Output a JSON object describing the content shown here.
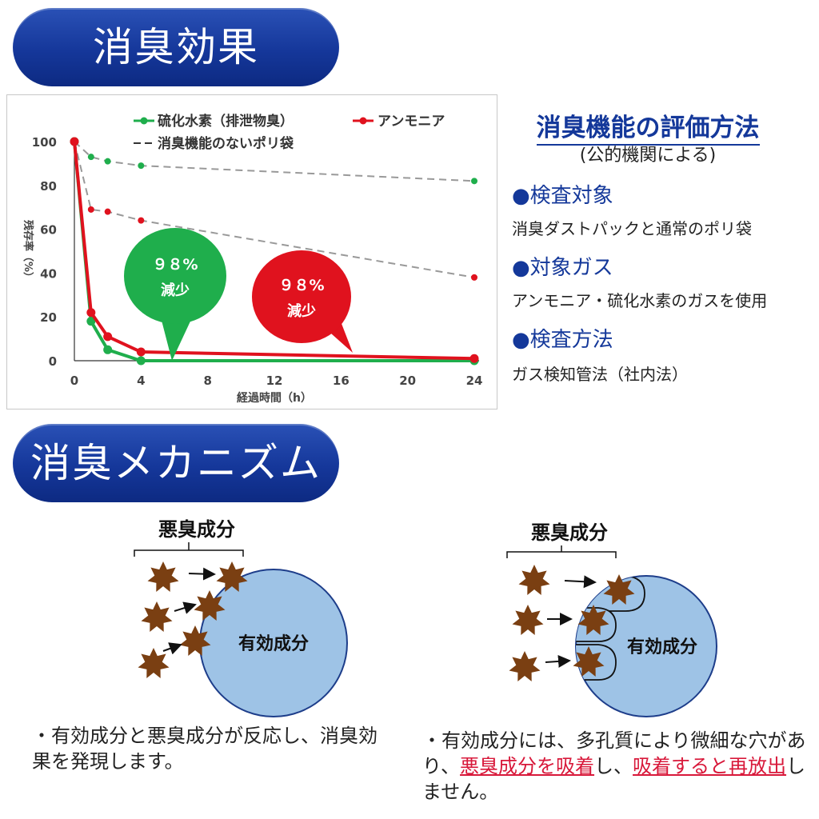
{
  "section1": {
    "title": "消臭効果"
  },
  "section2": {
    "title": "消臭メカニズム"
  },
  "chart_data": {
    "type": "line",
    "xlabel": "経過時間（h）",
    "ylabel": "残存率（%）",
    "xlim": [
      0,
      24
    ],
    "ylim": [
      0,
      100
    ],
    "x_ticks": [
      0,
      4,
      8,
      12,
      16,
      20,
      24
    ],
    "y_ticks": [
      0,
      20,
      40,
      60,
      80,
      100
    ],
    "grid": false,
    "legend_position": "top",
    "series": [
      {
        "name": "硫化水素（排泄物臭）",
        "color": "#1fae4c",
        "style": "solid",
        "x": [
          0,
          1,
          2,
          4,
          24
        ],
        "y": [
          100,
          18,
          5,
          0,
          0
        ]
      },
      {
        "name": "アンモニア",
        "color": "#e0121e",
        "style": "solid",
        "x": [
          0,
          1,
          2,
          4,
          24
        ],
        "y": [
          100,
          22,
          11,
          4,
          1
        ]
      },
      {
        "name": "",
        "color": "#999999",
        "style": "dashed",
        "marker_color": "#1fae4c",
        "x": [
          0,
          1,
          2,
          4,
          24
        ],
        "y": [
          100,
          93,
          91,
          89,
          82
        ]
      },
      {
        "name": "",
        "color": "#999999",
        "style": "dashed",
        "marker_color": "#e0121e",
        "x": [
          0,
          1,
          2,
          4,
          24
        ],
        "y": [
          100,
          69,
          68,
          64,
          38
        ]
      }
    ],
    "legend_dashed_label": "消臭機能のないポリ袋",
    "annotations": [
      {
        "line1": "９８%",
        "line2": "減少",
        "color": "#1fae4c"
      },
      {
        "line1": "９８%",
        "line2": "減少",
        "color": "#e0121e"
      }
    ]
  },
  "evaluation": {
    "title": "消臭機能の評価方法",
    "subtitle": "(公的機関による)",
    "items": [
      {
        "heading": "●検査対象",
        "text": "消臭ダストパックと通常のポリ袋"
      },
      {
        "heading": "●対象ガス",
        "text": "アンモニア・硫化水素のガスを使用"
      },
      {
        "heading": "●検査方法",
        "text": "ガス検知管法（社内法）"
      }
    ]
  },
  "mechanism": {
    "left": {
      "label": "悪臭成分",
      "circle_label": "有効成分"
    },
    "right": {
      "label": "悪臭成分",
      "circle_label": "有効成分"
    }
  },
  "notes": {
    "left": "・有効成分と悪臭成分が反応し、消臭効果を発現します。",
    "right_prefix": "・有効成分には、多孔質により微細な穴があり、",
    "right_hl1": "悪臭成分を吸着",
    "right_mid": "し、",
    "right_hl2": "吸着すると再放出",
    "right_suffix": "しません。"
  },
  "colors": {
    "banner": "#15379a",
    "accent_text": "#14389a",
    "highlight": "#d8183a",
    "circle_fill": "#9ec3e6",
    "star_fill": "#7a3f12"
  }
}
